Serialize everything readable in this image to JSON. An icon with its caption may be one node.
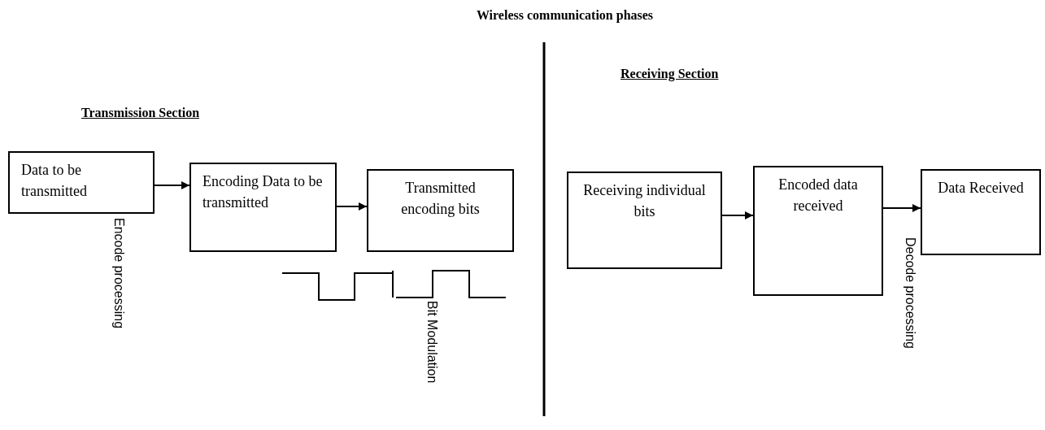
{
  "diagram": {
    "title": "Wireless communication phases",
    "nodes": [
      {
        "text": [
          "Data to be transmitted"
        ]
      },
      {
        "text": [
          "Encoding Data to be transmitted"
        ]
      },
      {
        "text": [
          "Transmitted encoding bits"
        ]
      },
      {
        "text": [
          "Receiving individual bits"
        ]
      },
      {
        "text": [
          "Encoded data received"
        ]
      },
      {
        "text": [
          "Data Received"
        ]
      }
    ],
    "edges": [
      {
        "from": 0,
        "to": 1,
        "arrow": "to"
      },
      {
        "from": 1,
        "to": 2,
        "arrow": "to"
      },
      {
        "from": 3,
        "to": 4,
        "arrow": "to"
      },
      {
        "from": 4,
        "to": 5,
        "arrow": "to"
      }
    ],
    "labels": [
      "Receiving Section",
      "Transmission Section",
      "Encode processing",
      "Bit Modulation",
      "Decode processing"
    ]
  }
}
